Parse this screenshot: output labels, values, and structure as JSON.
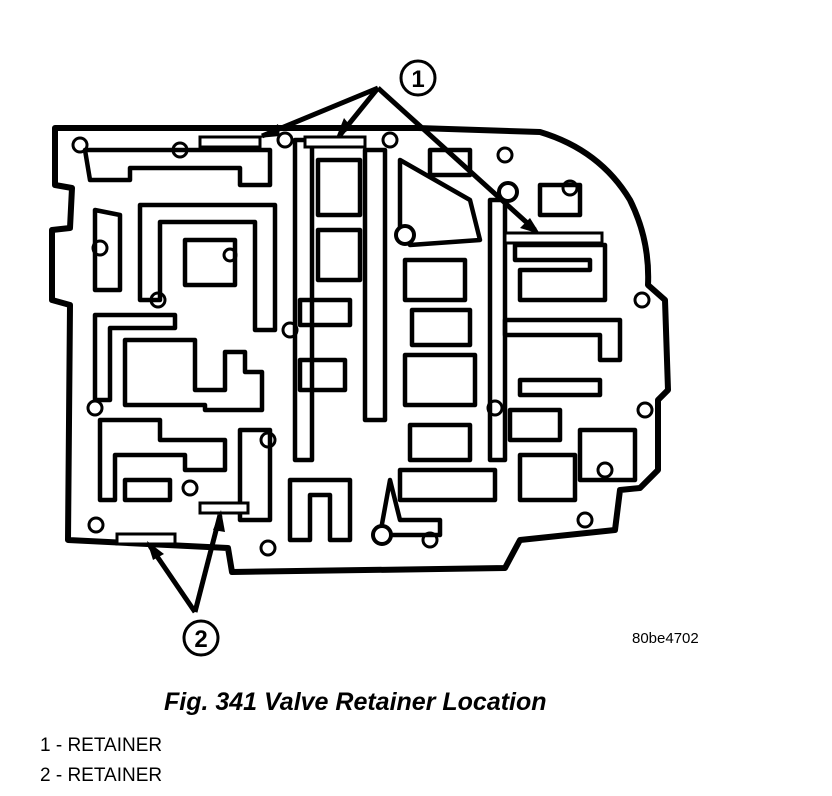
{
  "figure": {
    "code": "80be4702",
    "caption": "Fig. 341 Valve Retainer Location"
  },
  "callouts": [
    {
      "number": "1"
    },
    {
      "number": "2"
    }
  ],
  "legend": [
    {
      "text": "1 - RETAINER"
    },
    {
      "text": "2 - RETAINER"
    }
  ]
}
